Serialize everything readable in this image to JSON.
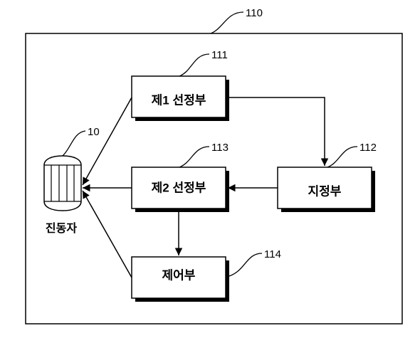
{
  "outer": {
    "ref": "110"
  },
  "blocks": {
    "b111": {
      "label": "제1 선정부",
      "ref": "111"
    },
    "b112": {
      "label": "지정부",
      "ref": "112"
    },
    "b113": {
      "label": "제2 선정부",
      "ref": "113"
    },
    "b114": {
      "label": "제어부",
      "ref": "114"
    }
  },
  "vibrator": {
    "label": "진동자",
    "ref": "10"
  }
}
